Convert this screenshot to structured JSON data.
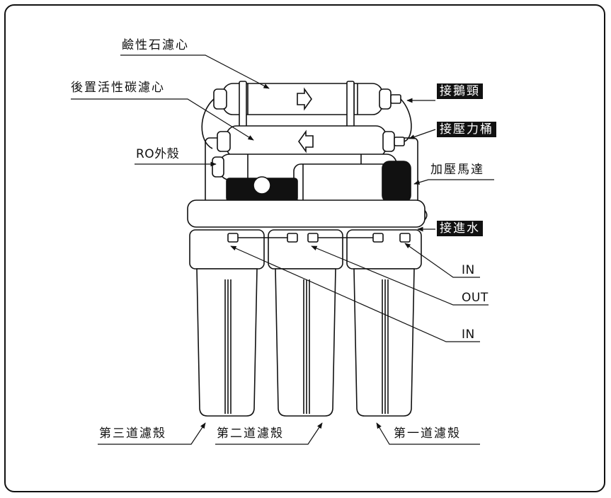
{
  "labels": {
    "alkaline_filter": "鹼性石濾心",
    "post_carbon_filter": "後置活性碳濾心",
    "ro_housing": "RO外殼",
    "pressure_pump": "加壓馬達",
    "in_right": "IN",
    "out": "OUT",
    "in_lower": "IN",
    "housing_3": "第三道濾殼",
    "housing_2": "第二道濾殼",
    "housing_1": "第一道濾殼"
  },
  "tags": {
    "faucet": "接鵝頸",
    "tank": "接壓力桶",
    "water_in": "接進水"
  }
}
